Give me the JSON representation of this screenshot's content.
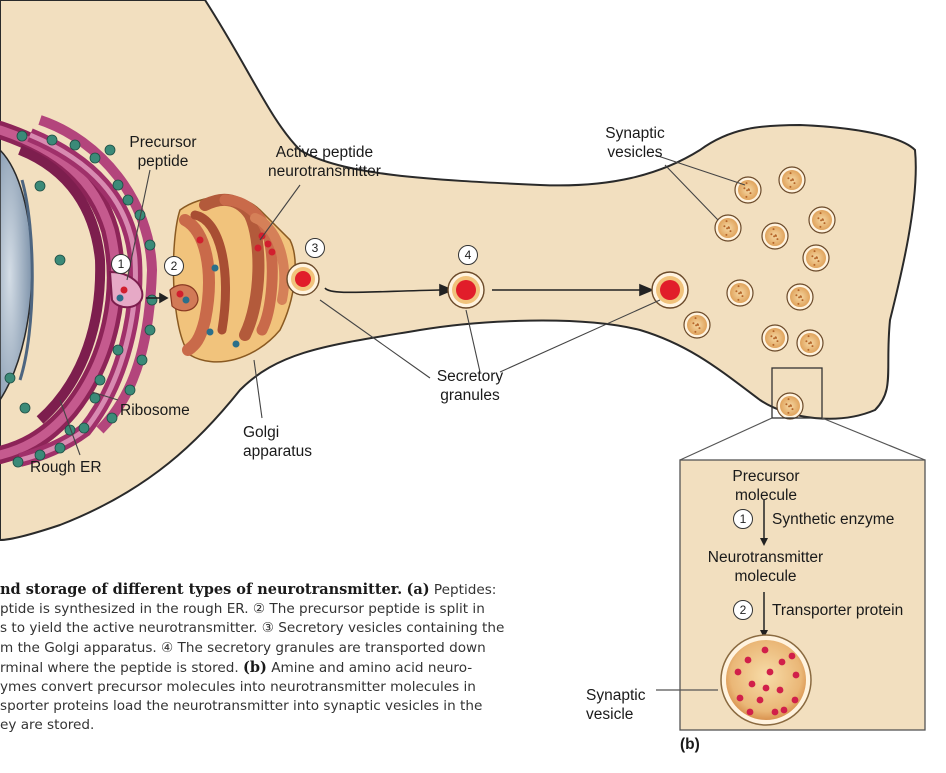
{
  "labels": {
    "precursor_peptide": [
      "Precursor",
      "peptide"
    ],
    "active_peptide": [
      "Active peptide",
      "neurotransmitter"
    ],
    "synaptic_vesicles": [
      "Synaptic",
      "vesicles"
    ],
    "secretory_granules": [
      "Secretory",
      "granules"
    ],
    "ribosome": "Ribosome",
    "rough_er": "Rough ER",
    "golgi": [
      "Golgi",
      "apparatus"
    ],
    "step_numbers": [
      "1",
      "2",
      "3",
      "4"
    ]
  },
  "inset": {
    "precursor_molecule": [
      "Precursor",
      "molecule"
    ],
    "step1": "1",
    "synthetic_enzyme": "Synthetic enzyme",
    "neurotransmitter_molecule": [
      "Neurotransmitter",
      "molecule"
    ],
    "step2": "2",
    "transporter_protein": "Transporter protein",
    "synaptic_vesicle": [
      "Synaptic",
      "vesicle"
    ],
    "panel_label": "(b)"
  },
  "caption": {
    "bold_title": "nd storage of different types of neurotransmitter.",
    "bold_a": "(a)",
    "line1_rest": " Peptides:",
    "line2": "ptide is synthesized in the rough ER. ② The precursor peptide is split in",
    "line3": "s to yield the active neurotransmitter. ③ Secretory vesicles containing the",
    "line4": "m the Golgi apparatus. ④ The secretory granules are transported down",
    "line5a": "rminal where the peptide is stored. ",
    "bold_b": "(b)",
    "line5b": " Amine and amino acid neuro-",
    "line6": "ymes convert precursor molecules into neurotransmitter molecules in",
    "line7": "sporter proteins load the neurotransmitter into synaptic vesicles in the",
    "line8": "ey are stored."
  },
  "colors": {
    "cytoplasm": "#f2dfbf",
    "outline": "#2a2a2a",
    "er": "#a0306a",
    "er_light": "#d48aae",
    "ribosome": "#3b8a78",
    "golgi": "#c96a4a",
    "golgi_light": "#f1c37c",
    "granule_core": "#e11d2a",
    "vesicle_fill": "#f0c98c",
    "nucleus": "#8fa3b8"
  }
}
